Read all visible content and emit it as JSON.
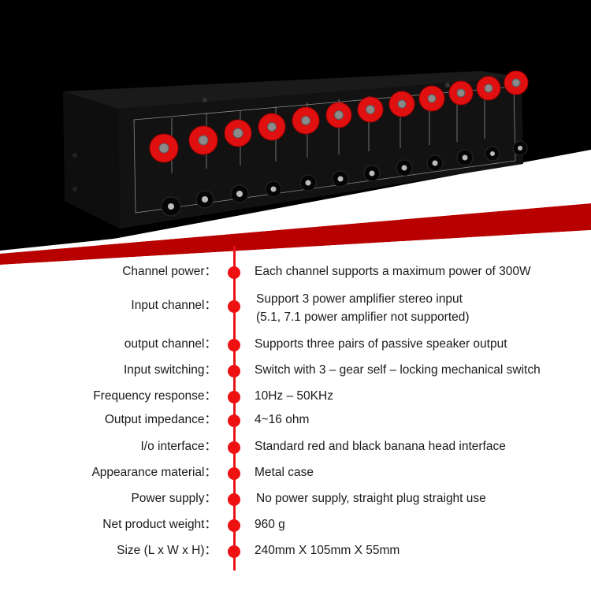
{
  "hero": {
    "product": "speaker-selector-switch-box",
    "colors": {
      "background": "#000000",
      "stripe_red": "#c00000",
      "stripe_white": "#ffffff",
      "terminal_red": "#e01010",
      "box_black": "#141414"
    },
    "terminal_count_red": 12,
    "terminal_count_black": 12
  },
  "specs": {
    "accent_color": "#e8141a",
    "rows": [
      {
        "label": "Channel power：",
        "value": "Each channel supports a maximum power of 300W"
      },
      {
        "label": "Input channel：",
        "value": "Support 3 power amplifier stereo input",
        "value2": "(5.1, 7.1 power amplifier not supported)"
      },
      {
        "label": "output channel：",
        "value": "Supports three pairs of passive speaker output"
      },
      {
        "label": "Input switching：",
        "value": "Switch with 3 – gear self – locking mechanical switch"
      },
      {
        "label": "Frequency response：",
        "value": "10Hz – 50KHz"
      },
      {
        "label": "Output impedance：",
        "value": "4~16 ohm"
      },
      {
        "label": "I/o interface：",
        "value": "Standard red and black banana head interface"
      },
      {
        "label": "Appearance material：",
        "value": "Metal case"
      },
      {
        "label": "Power supply：",
        "value": "No power supply, straight plug straight use"
      },
      {
        "label": "Net product weight：",
        "value": "960 g"
      },
      {
        "label": "Size (L x W x H)：",
        "value": "240mm X 105mm X 55mm"
      }
    ]
  }
}
